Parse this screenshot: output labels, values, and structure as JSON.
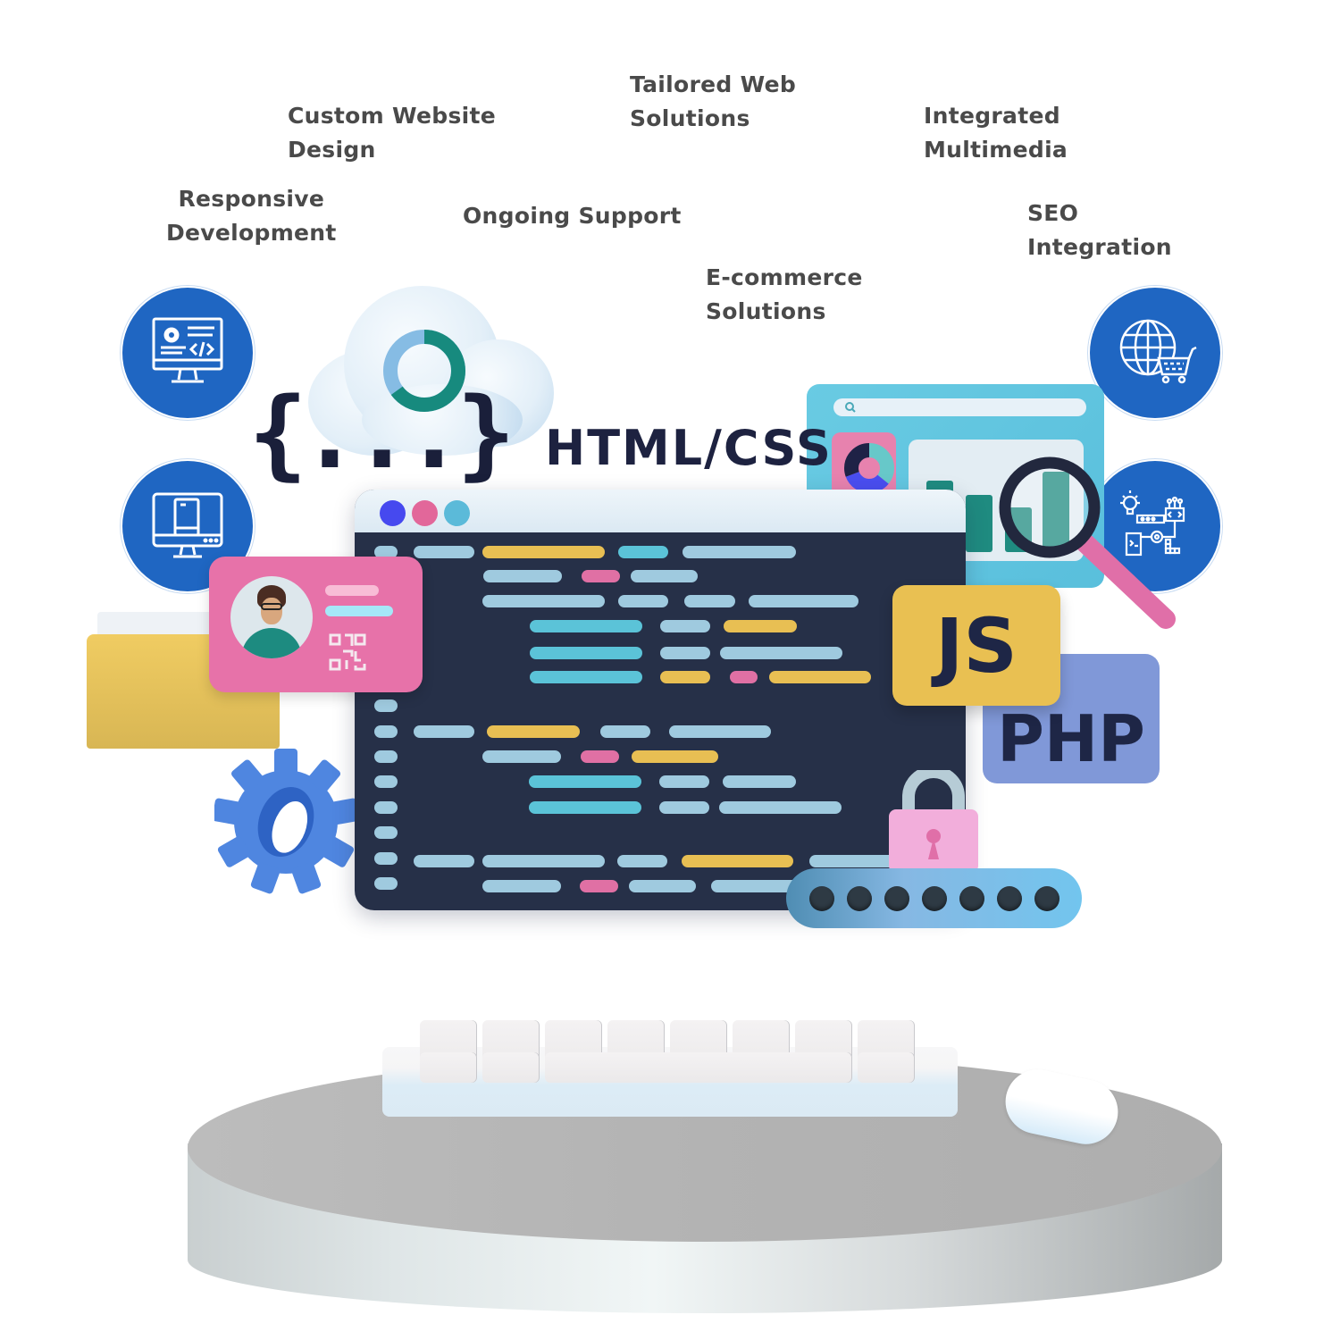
{
  "service_labels": [
    {
      "id": "custom-website-design",
      "lines": [
        "Custom Website",
        "Design"
      ]
    },
    {
      "id": "tailored-web-solutions",
      "lines": [
        "Tailored Web",
        "Solutions"
      ]
    },
    {
      "id": "integrated-multimedia",
      "lines": [
        "Integrated",
        "Multimedia"
      ]
    },
    {
      "id": "responsive-development",
      "lines": [
        "Responsive",
        "Development"
      ]
    },
    {
      "id": "ongoing-support",
      "lines": [
        "Ongoing Support"
      ]
    },
    {
      "id": "seo-integration",
      "lines": [
        "SEO",
        "Integration"
      ]
    },
    {
      "id": "ecommerce-solutions",
      "lines": [
        "E-commerce",
        "Solutions"
      ]
    }
  ],
  "illustration": {
    "braces_text": "{...}",
    "html_css_text": "HTML/CSS",
    "js_badge": "JS",
    "php_badge": "PHP",
    "password_dots": 7
  },
  "icons": {
    "left_top": "monitor-code-settings-icon",
    "left_bottom": "responsive-monitor-phone-icon",
    "right_top": "globe-shopping-cart-icon",
    "right_bottom": "development-workflow-icon"
  },
  "colors": {
    "label_text": "#4a4a4a",
    "icon_circle": "#1f66c2",
    "editor_bg": "#263048",
    "yellow": "#e8bf53",
    "cyan": "#5bc3d8",
    "pink": "#e070a4",
    "light_blue": "#9fcadf",
    "dark_text": "#1d2240"
  }
}
